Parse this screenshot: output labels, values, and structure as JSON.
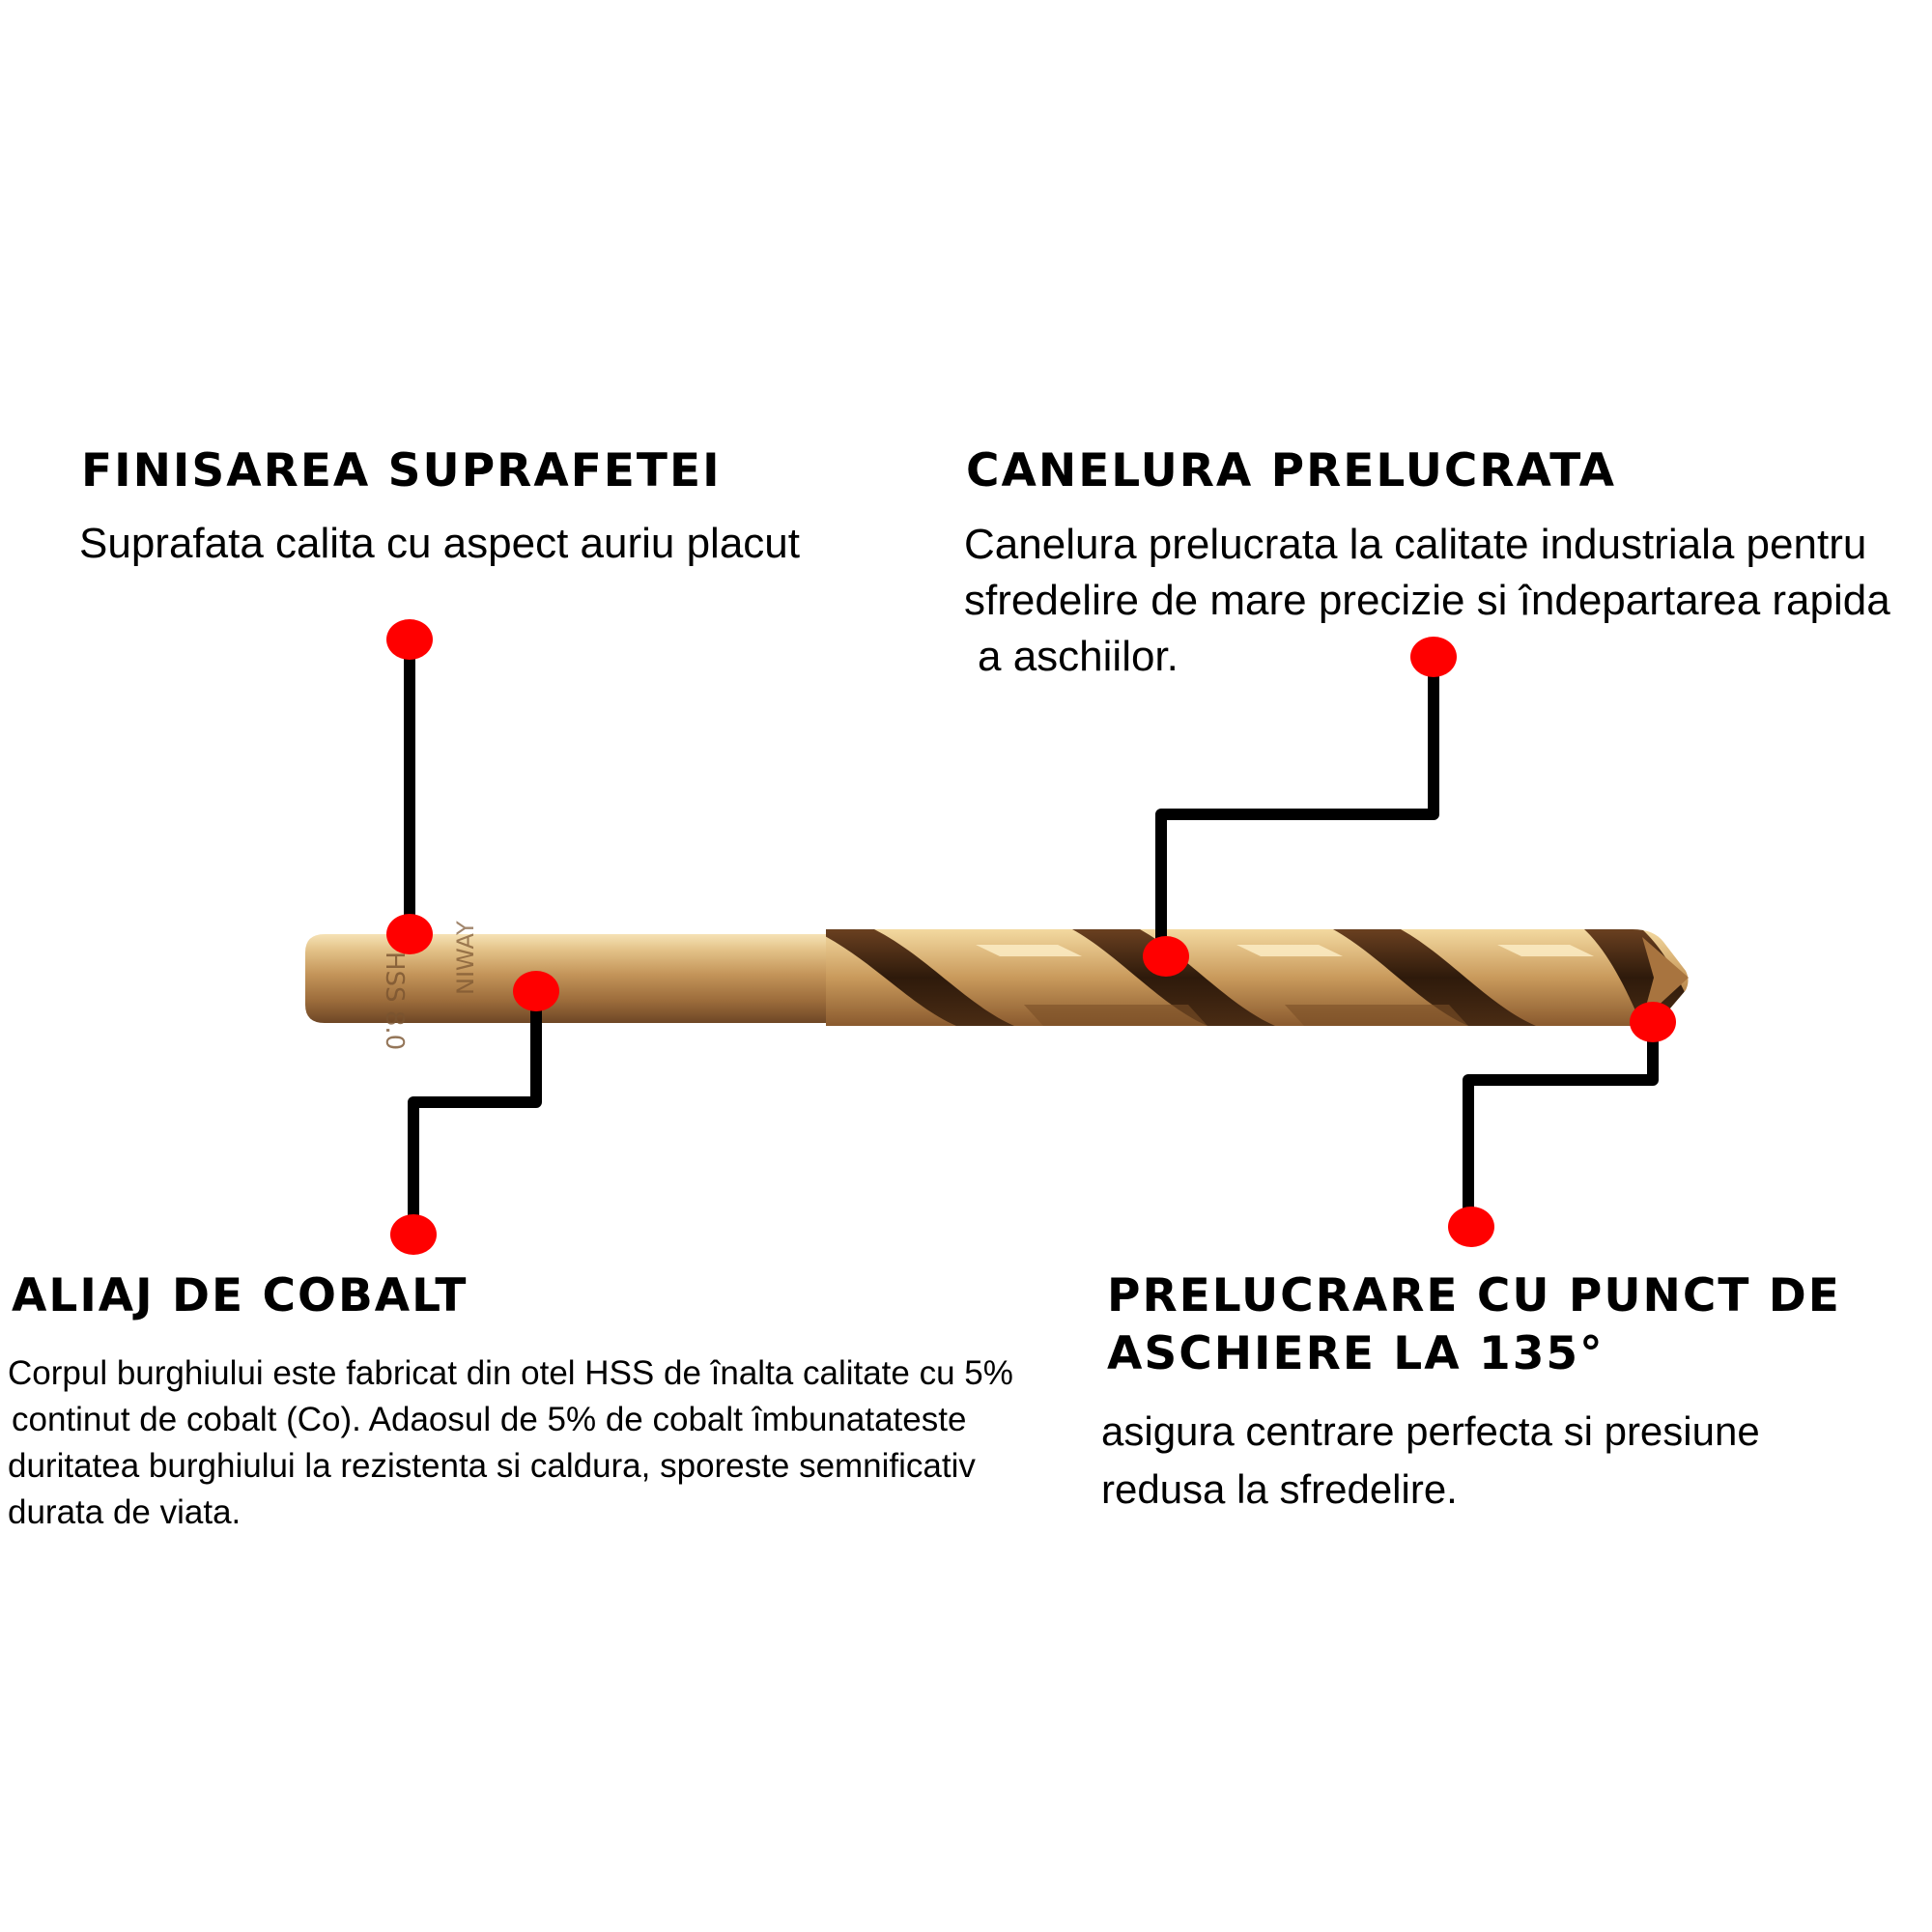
{
  "colors": {
    "callout_line": "#000000",
    "callout_dot": "#ff0000",
    "drill_gold_light": "#e9c98a",
    "drill_gold_mid": "#b9884f",
    "drill_dark": "#3a2210"
  },
  "drill": {
    "shank_marking": "HSS 8.0",
    "shank_marking_2": "NIWAY"
  },
  "callouts": {
    "surface": {
      "title": "FINISAREA SUPRAFETEI",
      "description": [
        "Suprafata calita cu aspect auriu placut"
      ]
    },
    "flute": {
      "title": "CANELURA PRELUCRATA",
      "description": [
        "Canelura prelucrata la calitate industriala pentru",
        "sfredelire de mare precizie si îndepartarea rapida",
        "a aschiilor."
      ]
    },
    "cobalt": {
      "title": "ALIAJ DE COBALT",
      "description": [
        "Corpul burghiului este fabricat din otel HSS de înalta calitate cu 5%",
        "continut de cobalt (Co). Adaosul de 5% de cobalt îmbunatateste",
        "duritatea burghiului la rezistenta si caldura, sporeste semnificativ",
        "durata de viata."
      ]
    },
    "point": {
      "title": [
        "PRELUCRARE CU PUNCT DE",
        "ASCHIERE LA 135°"
      ],
      "description": [
        "asigura centrare perfecta si presiune",
        "redusa la sfredelire."
      ]
    }
  }
}
